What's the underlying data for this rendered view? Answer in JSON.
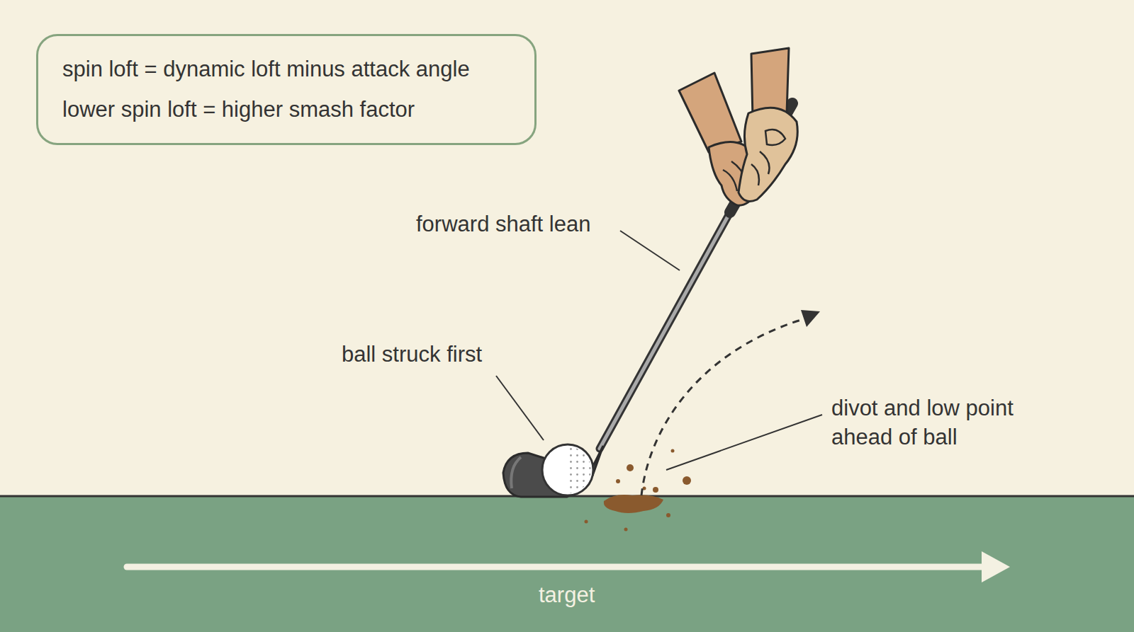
{
  "diagram": {
    "nodes": [
      {
        "text": [
          "spin loft = dynamic loft minus attack angle",
          "lower spin loft = higher smash factor"
        ]
      }
    ],
    "labels": [
      "forward shaft lean",
      "ball struck first",
      "divot and low point ahead of ball",
      "target"
    ]
  }
}
